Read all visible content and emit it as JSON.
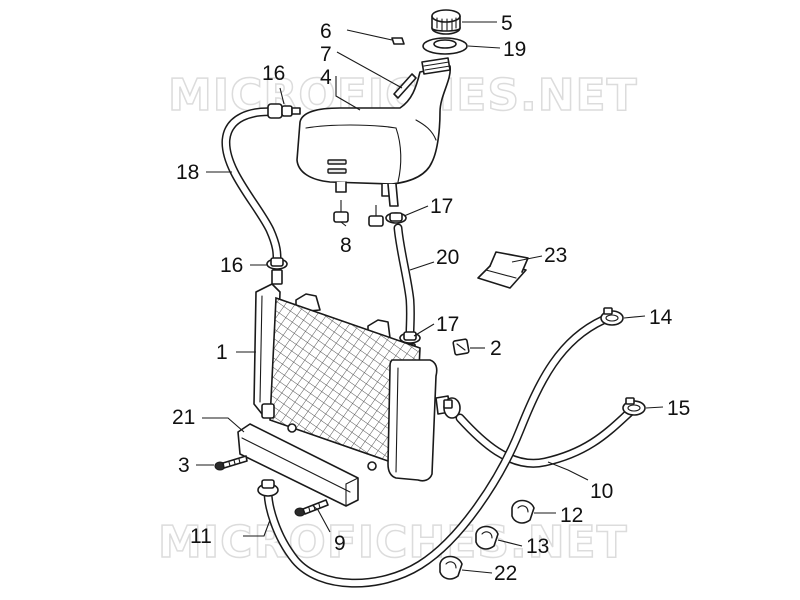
{
  "watermark": {
    "text_top": "MICROFICHES.NET",
    "text_bottom": "MICROFICHES.NET"
  },
  "callouts": {
    "c1": "1",
    "c2": "2",
    "c3": "3",
    "c4": "4",
    "c5": "5",
    "c6": "6",
    "c7": "7",
    "c8": "8",
    "c9": "9",
    "c10": "10",
    "c11": "11",
    "c12": "12",
    "c13": "13",
    "c14": "14",
    "c15": "15",
    "c16a": "16",
    "c16b": "16",
    "c17a": "17",
    "c17b": "17",
    "c18": "18",
    "c19": "19",
    "c20": "20",
    "c21": "21",
    "c22": "22",
    "c23": "23"
  }
}
